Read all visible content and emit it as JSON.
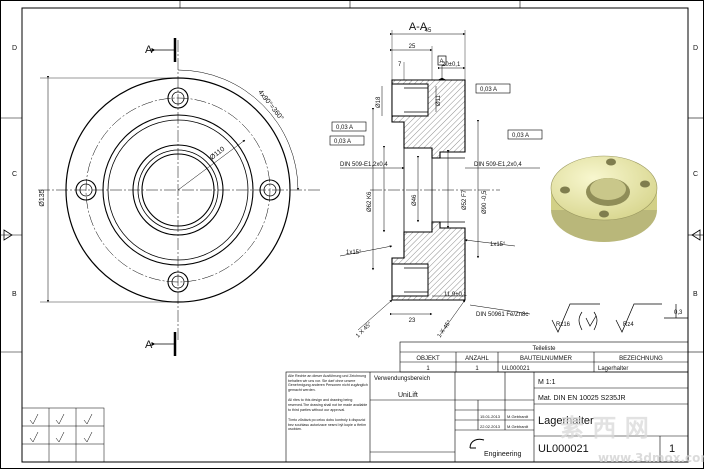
{
  "drawing": {
    "section_title": "A-A",
    "section_mark_top": "A",
    "section_mark_bottom": "A",
    "zone_letters": [
      "D",
      "C",
      "B"
    ],
    "front_view": {
      "dia_outer": "Ø135",
      "hole_callout": "4x90°=360°",
      "bolt_circle": "Ø110"
    },
    "section_view": {
      "dim_45": "45",
      "dim_25": "25",
      "dim_7": "7",
      "dim_20": "20±0,1",
      "ref_A": "A",
      "dia_18": "Ø18",
      "dia_11": "Ø11",
      "runout_1": "0,03 A",
      "runout_2": "0,03 A",
      "runout_3": "0,03 A",
      "runout_4": "0,03 A",
      "thread_left": "DIN 509-E1,2x0,4",
      "thread_right": "DIN 509-E1,2x0,4",
      "dia_62": "Ø62 K6",
      "dia_46": "Ø46",
      "dia_52": "Ø52 F7",
      "dia_90": "Ø90 -0,5",
      "chamfer_left": "1x15°",
      "chamfer_right": "1x15°",
      "dim_11_9": "11,9±0,1",
      "dim_23": "23",
      "chamfer_45_left": "1 X 45°",
      "chamfer_45_right": "1 X 45°",
      "coating": "DIN 50961 Fe/Zn8c",
      "roughness_1": "Rz16",
      "roughness_2": "Rz4",
      "roughness_val": "0,3"
    }
  },
  "title_block": {
    "parts_list_title": "Teileliste",
    "col_object": "OBJEKT",
    "col_qty": "ANZAHL",
    "col_part_no": "BAUTEILNUMMER",
    "col_desc": "BEZEICHNUNG",
    "row_object": "1",
    "row_qty": "1",
    "row_part_no": "UL000021",
    "row_desc": "Lagerhalter",
    "usage_label": "Verwendungsbereich",
    "usage_value": "UniLift",
    "scale": "M 1:1",
    "material": "Mat. DIN EN 10025 S235JR",
    "name": "Lagerhalter",
    "drawing_no": "UL000021",
    "company": "Engineering",
    "sheet": "1",
    "copyright_de": "Alle Rechte an dieser Ausführung und Zeichnung behalten wir uns vor. Sie darf ohne unsere Genehmigung anderen Personen nicht zugänglich gemacht werden.",
    "copyright_en": "All rites to this design and drawing being reserved.The drawing shall not be made available to third parties without our approval.",
    "copyright_cz": "Tímto zůstává po celou dobu kontroly k dispozici bez souhlasu autorizace nesmí být kopie a třetím osobám.",
    "date_1": "15.01.2013",
    "date_2": "22.02.2013",
    "person_1": "M.Gebhardt",
    "person_2": "M.Gebhardt"
  },
  "watermark": {
    "cn_text": "素 西 网",
    "url": "www.3dmox.com"
  },
  "colors": {
    "line": "#000000",
    "hatch": "#444444",
    "model_3d": "#efeeb4",
    "model_3d_dark": "#b9b77a"
  }
}
